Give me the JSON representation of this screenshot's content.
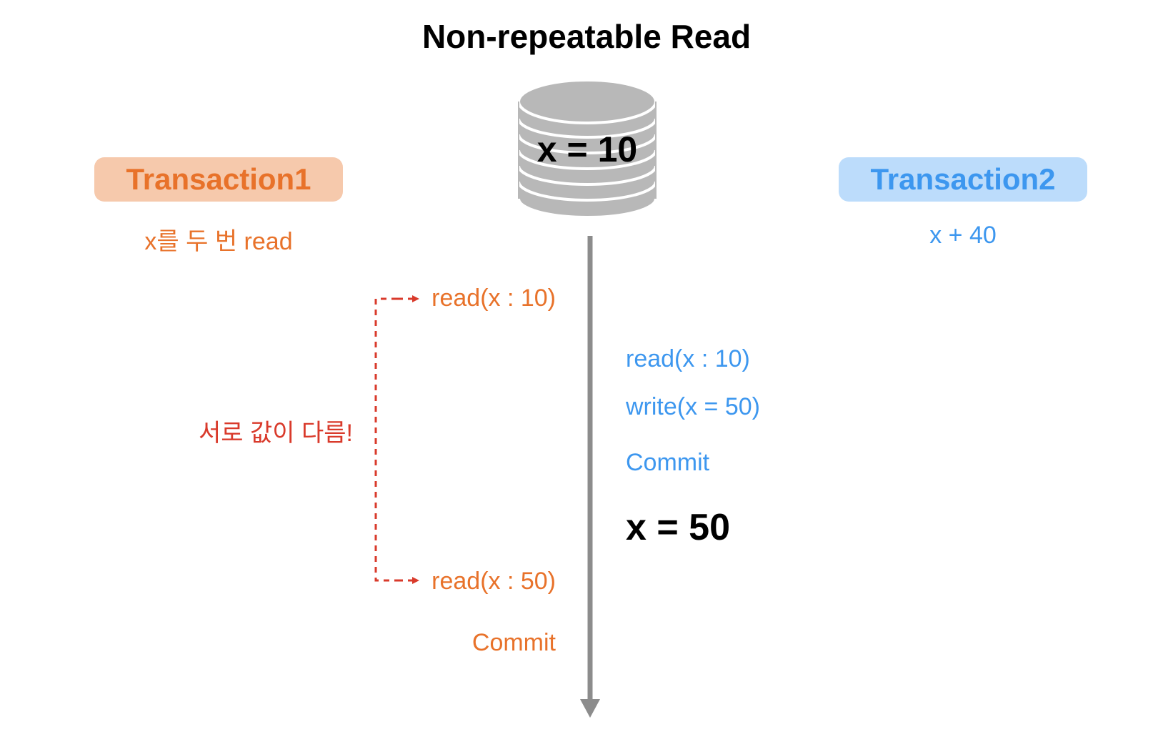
{
  "title": "Non-repeatable Read",
  "database": {
    "label": "x = 10"
  },
  "transaction1": {
    "name": "Transaction1",
    "description": "x를 두 번 read",
    "operations": {
      "read1": "read(x : 10)",
      "read2": "read(x : 50)",
      "commit": "Commit"
    }
  },
  "transaction2": {
    "name": "Transaction2",
    "description": "x + 40",
    "operations": {
      "read": "read(x : 10)",
      "write": "write(x = 50)",
      "commit": "Commit",
      "result": "x = 50"
    }
  },
  "annotation": "서로 값이 다름!",
  "colors": {
    "transaction1": "#e8722a",
    "transaction1_bg": "#f6c9ac",
    "transaction2": "#3d97ef",
    "transaction2_bg": "#bcdcfb",
    "annotation": "#d93a2b",
    "timeline": "#8c8c8c",
    "database": "#b8b8b8"
  }
}
